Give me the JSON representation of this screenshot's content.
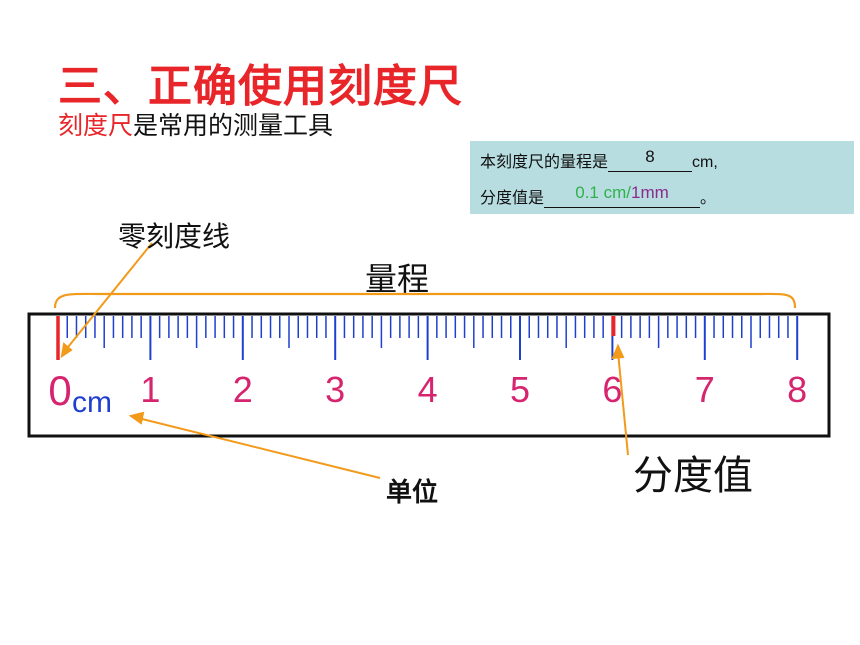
{
  "title": "三、正确使用刻度尺",
  "subtitle": {
    "highlight": "刻度尺",
    "rest": "是常用的测量工具"
  },
  "question": {
    "line1_prefix": "本刻度尺的量程是",
    "line1_answer": "8",
    "line1_suffix": "cm,",
    "line2_prefix": "分度值是",
    "line2_answer_a": "0.1 cm",
    "line2_sep": "/",
    "line2_answer_b": "1mm",
    "line2_suffix": "。"
  },
  "ruler": {
    "numbers": [
      "0",
      "1",
      "2",
      "3",
      "4",
      "5",
      "6",
      "7",
      "8"
    ],
    "unit": "cm",
    "tick_color": "#1f3fcf",
    "highlight_color": "#e8262a",
    "number_color": "#d6246e",
    "unit_color": "#1f3fcf"
  },
  "labels": {
    "zero_line": "零刻度线",
    "range": "量程",
    "division": "分度值",
    "unit": "单位"
  },
  "colors": {
    "accent_red": "#e8262a",
    "arrow_orange": "#f29a1a",
    "info_bg": "#b7dde1"
  }
}
